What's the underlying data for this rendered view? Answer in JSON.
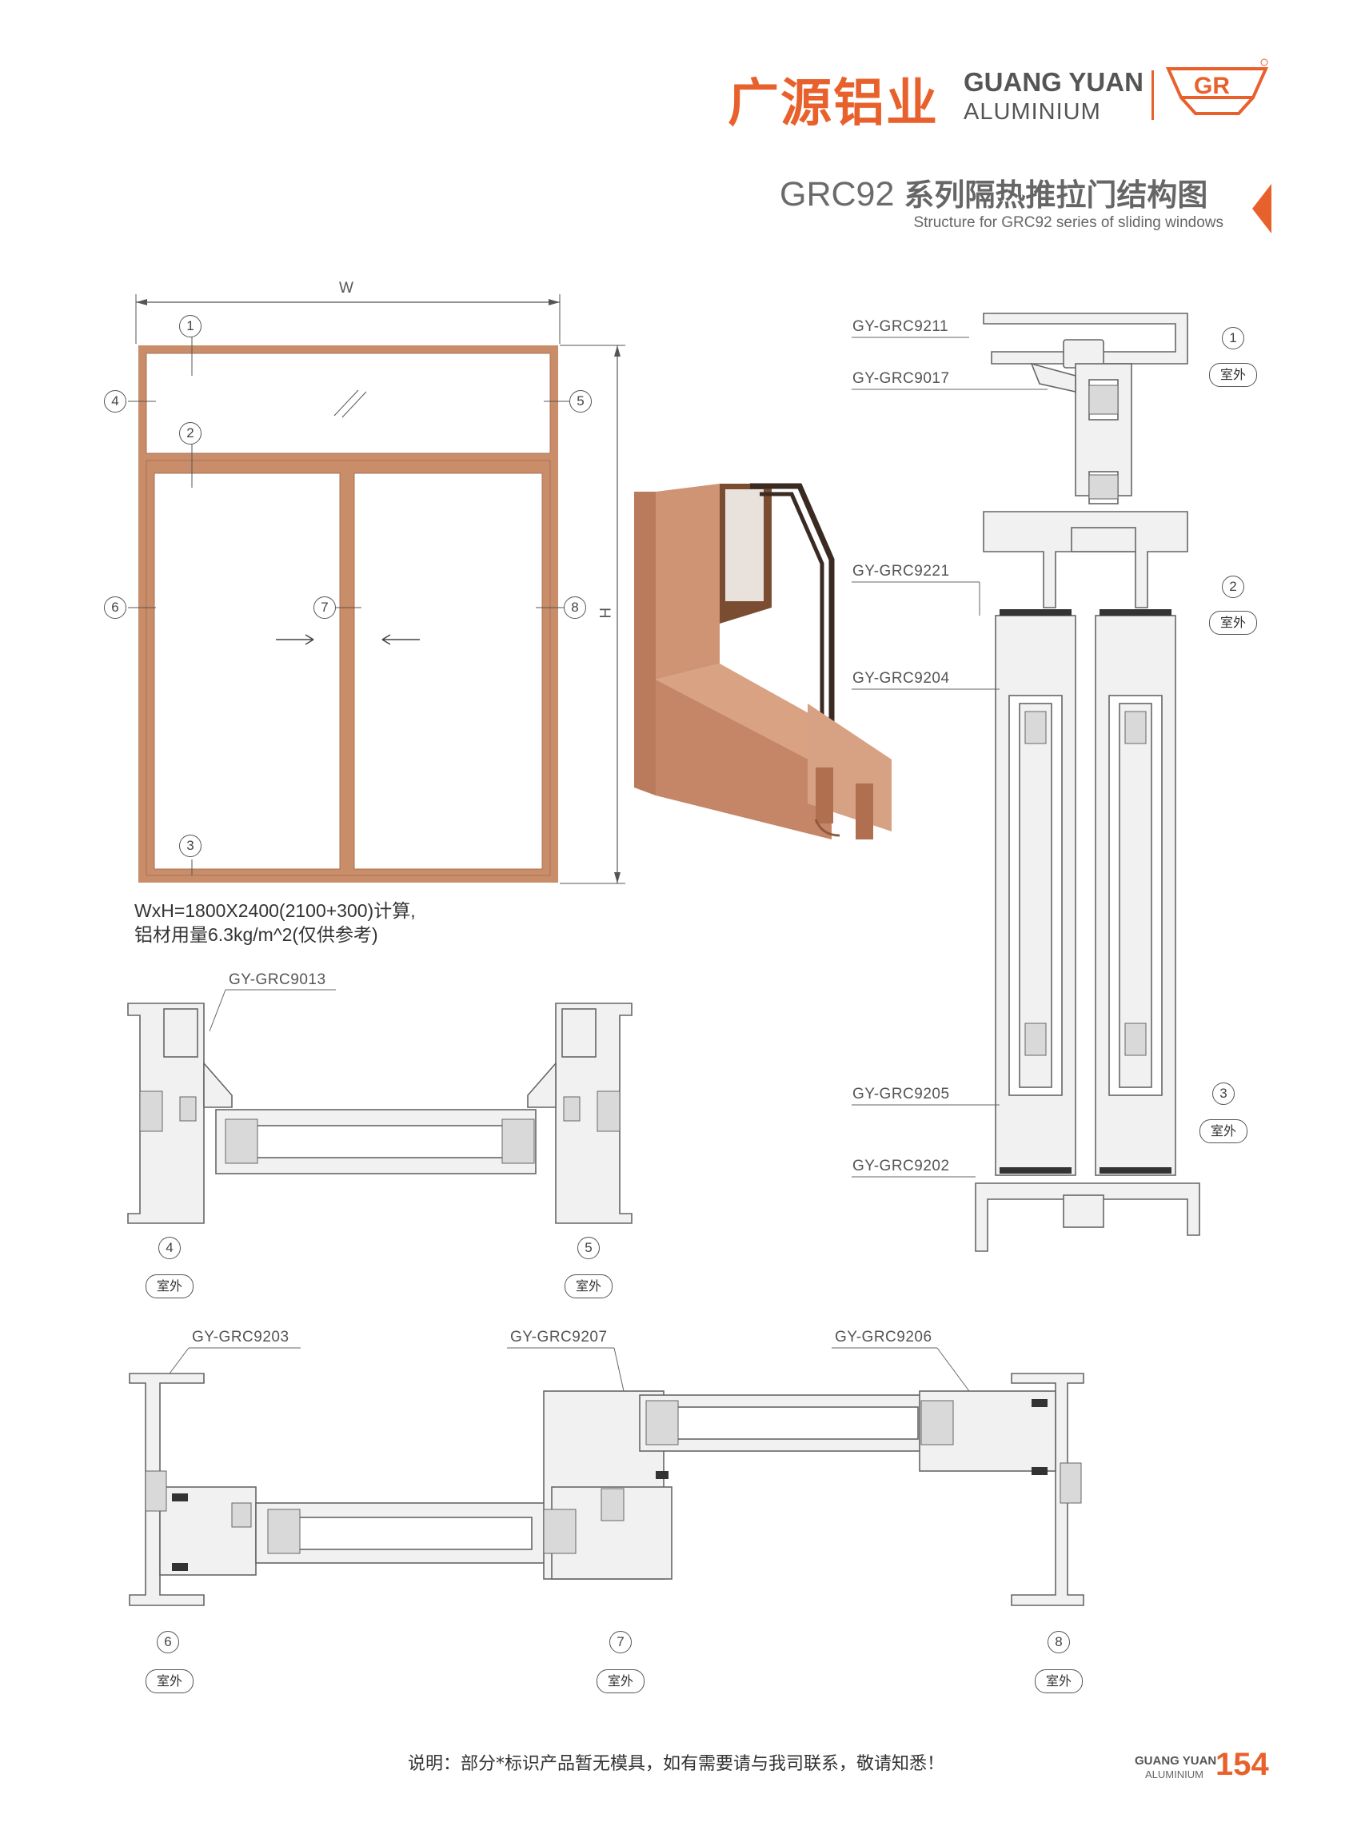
{
  "brand": {
    "name_cn": "广源铝业",
    "name_en_line1": "GUANG YUAN",
    "name_en_line2": "ALUMINIUM",
    "accent_color": "#e8612c",
    "logo_icon": "gr-crown-logo-icon"
  },
  "header": {
    "title_code": "GRC92",
    "title_cn": "系列隔热推拉门结构图",
    "subtitle": "Structure for GRC92 series of sliding windows"
  },
  "elevation": {
    "width_label": "W",
    "height_label": "H",
    "markers": [
      "1",
      "2",
      "3",
      "4",
      "5",
      "6",
      "7",
      "8"
    ],
    "caption_line1": "WxH=1800X2400(2100+300)计算,",
    "caption_line2": "铝材用量6.3kg/m^2(仅供参考)",
    "frame_color": "#c98d6a"
  },
  "sections": {
    "vertical": {
      "labels": [
        "GY-GRC9211",
        "GY-GRC9017",
        "GY-GRC9221",
        "GY-GRC9204",
        "GY-GRC9205",
        "GY-GRC9202"
      ],
      "markers": [
        "1",
        "2",
        "3"
      ]
    },
    "side": {
      "label": "GY-GRC9013",
      "markers": [
        "4",
        "5"
      ]
    },
    "horizontal": {
      "labels": [
        "GY-GRC9203",
        "GY-GRC9207",
        "GY-GRC9206"
      ],
      "markers": [
        "6",
        "7",
        "8"
      ]
    },
    "exterior_tag": "室外"
  },
  "footer": {
    "note": "说明：部分*标识产品暂无模具，如有需要请与我司联系，敬请知悉！",
    "brand_line1": "GUANG YUAN",
    "brand_line2": "ALUMINIUM",
    "page_number": "154"
  }
}
